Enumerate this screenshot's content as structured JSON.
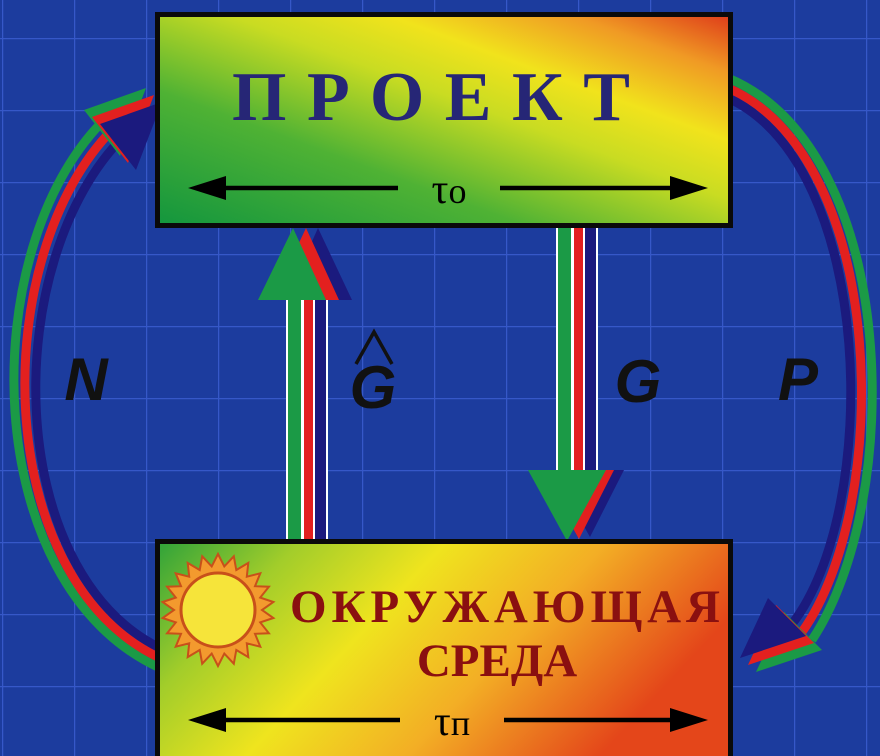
{
  "top_box": {
    "title": "ПРОЕКТ",
    "time_symbol": "τ",
    "time_index": "о"
  },
  "bottom_box": {
    "title_line1": "ОКРУЖАЮЩАЯ",
    "title_line2": "СРЕДА",
    "time_symbol": "τ",
    "time_index": "п",
    "icon": "sun-icon"
  },
  "flows": {
    "left_curved": "N",
    "center_up": "G",
    "center_down": "G",
    "right_curved": "P"
  },
  "colors": {
    "background": "#1c3c9e",
    "grid": "#3658c8",
    "border": "#0a0a0a",
    "arrow_green": "#1b9a46",
    "arrow_red": "#e3201f",
    "arrow_navy": "#1b1a7e",
    "top_title": "#262676",
    "bottom_title": "#8a1010",
    "label": "#111111",
    "sun_rays": "#f39a2e",
    "sun_core": "#f6e43a",
    "sun_outline": "#c8501a"
  }
}
